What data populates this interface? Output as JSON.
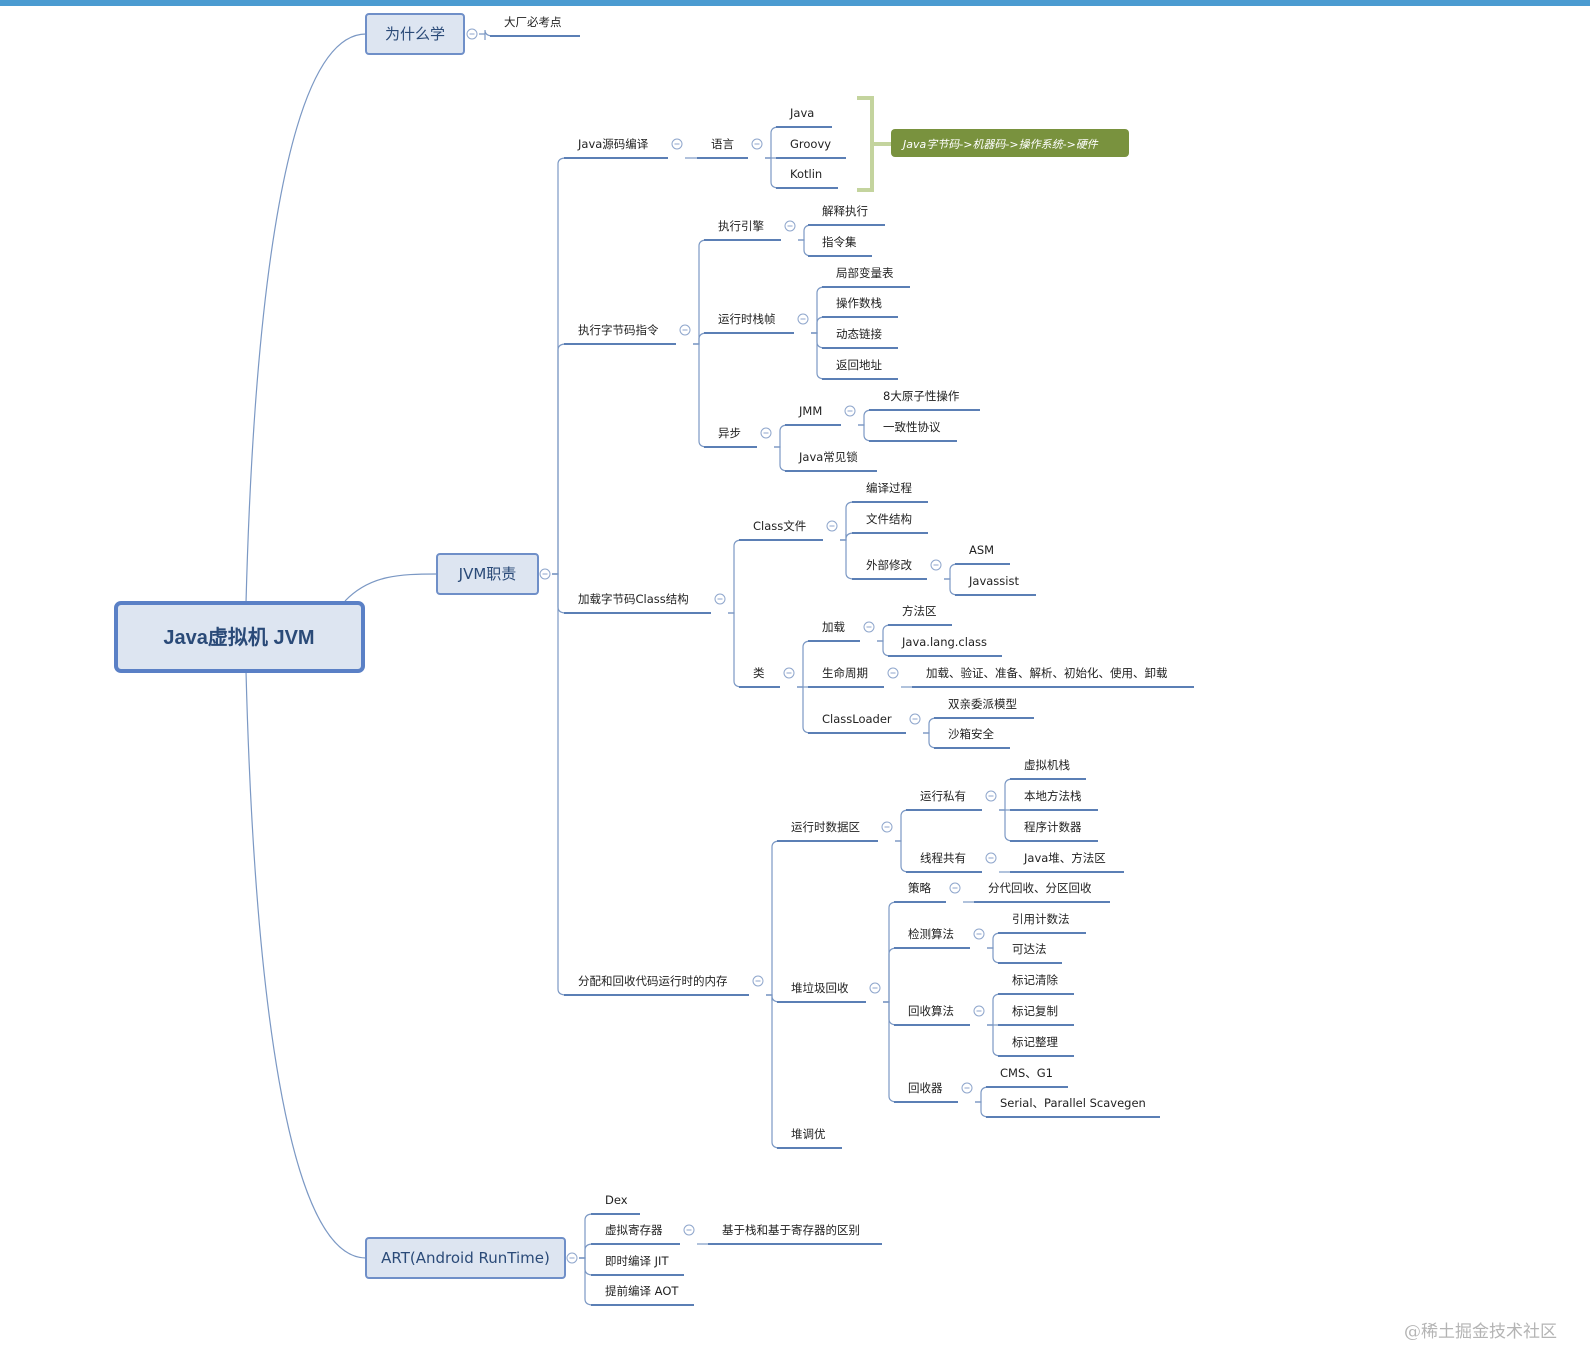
{
  "colors": {
    "top_bar": "#4b9bd1",
    "line": "#7b98c4",
    "underline": "#5b7fb5",
    "box_fill": "#dde5f1",
    "box_border": "#6f8fc8",
    "root_border": "#5a80c6",
    "callout_fill": "#79923e",
    "bracket": "#c4d49e",
    "text": "#1f1f1f",
    "box_text": "#2a4a78",
    "watermark": "#b4b4b4"
  },
  "root": {
    "label": "Java虚拟机 JVM"
  },
  "why": {
    "label": "为什么学",
    "child": "大厂必考点"
  },
  "jvm": {
    "label": "JVM职责",
    "compile": {
      "label": "Java源码编译",
      "lang": {
        "label": "语言",
        "items": [
          "Java",
          "Groovy",
          "Kotlin"
        ]
      },
      "callout": "Java字节码->机器码->操作系统->硬件"
    },
    "exec": {
      "label": "执行字节码指令",
      "engine": {
        "label": "执行引擎",
        "items": [
          "解释执行",
          "指令集"
        ]
      },
      "frame": {
        "label": "运行时栈帧",
        "items": [
          "局部变量表",
          "操作数栈",
          "动态链接",
          "返回地址"
        ]
      },
      "async": {
        "label": "异步",
        "jmm": {
          "label": "JMM",
          "items": [
            "8大原子性操作",
            "一致性协议"
          ]
        },
        "locks": "Java常见锁"
      }
    },
    "load": {
      "label": "加载字节码Class结构",
      "classfile": {
        "label": "Class文件",
        "compile_proc": "编译过程",
        "structure": "文件结构",
        "modify": {
          "label": "外部修改",
          "items": [
            "ASM",
            "Javassist"
          ]
        }
      },
      "klass": {
        "label": "类",
        "loading": {
          "label": "加载",
          "items": [
            "方法区",
            "Java.lang.class"
          ]
        },
        "lifecycle": {
          "label": "生命周期",
          "child": "加载、验证、准备、解析、初始化、使用、卸载"
        },
        "classloader": {
          "label": "ClassLoader",
          "items": [
            "双亲委派模型",
            "沙箱安全"
          ]
        }
      }
    },
    "memory": {
      "label": "分配和回收代码运行时的内存",
      "runtime": {
        "label": "运行时数据区",
        "private": {
          "label": "运行私有",
          "items": [
            "虚拟机栈",
            "本地方法栈",
            "程序计数器"
          ]
        },
        "shared": {
          "label": "线程共有",
          "child": "Java堆、方法区"
        }
      },
      "gc": {
        "label": "堆垃圾回收",
        "strategy": {
          "label": "策略",
          "child": "分代回收、分区回收"
        },
        "detect": {
          "label": "检测算法",
          "items": [
            "引用计数法",
            "可达法"
          ]
        },
        "algo": {
          "label": "回收算法",
          "items": [
            "标记清除",
            "标记复制",
            "标记整理"
          ]
        },
        "collectors": {
          "label": "回收器",
          "items": [
            "CMS、G1",
            "Serial、Parallel Scavegen"
          ]
        }
      },
      "tuning": "堆调优"
    }
  },
  "art": {
    "label": "ART(Android RunTime)",
    "dex": "Dex",
    "vreg": {
      "label": "虚拟寄存器",
      "child": "基于栈和基于寄存器的区别"
    },
    "jit": "即时编译 JIT",
    "aot": "提前编译 AOT"
  },
  "watermark": "@稀土掘金技术社区"
}
